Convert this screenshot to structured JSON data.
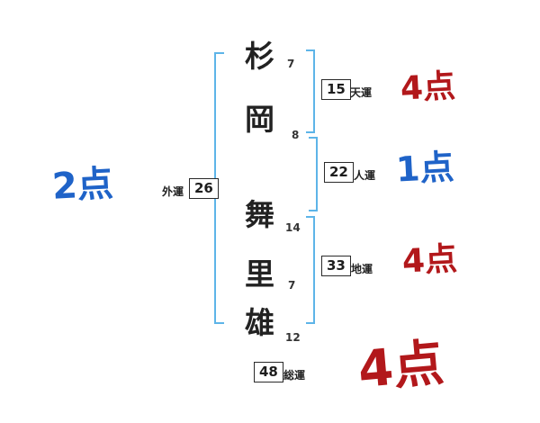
{
  "name": {
    "characters": [
      {
        "char": "杉",
        "strokes": "7"
      },
      {
        "char": "岡",
        "strokes": "8"
      },
      {
        "char": "舞",
        "strokes": "14"
      },
      {
        "char": "里",
        "strokes": "7"
      },
      {
        "char": "雄",
        "strokes": "12"
      }
    ]
  },
  "fortunes": {
    "gaiun": {
      "label": "外運",
      "value": "26",
      "score": "2点"
    },
    "tenun": {
      "label": "天運",
      "value": "15",
      "score": "4点"
    },
    "jinun": {
      "label": "人運",
      "value": "22",
      "score": "1点"
    },
    "chiun": {
      "label": "地運",
      "value": "33",
      "score": "4点"
    },
    "soun": {
      "label": "総運",
      "value": "48",
      "score": "4点"
    }
  },
  "colors": {
    "score_blue": "#1f63c8",
    "score_red": "#b2181b",
    "bracket_blue": "#5db4e8",
    "ink": "#1d1d1d"
  }
}
